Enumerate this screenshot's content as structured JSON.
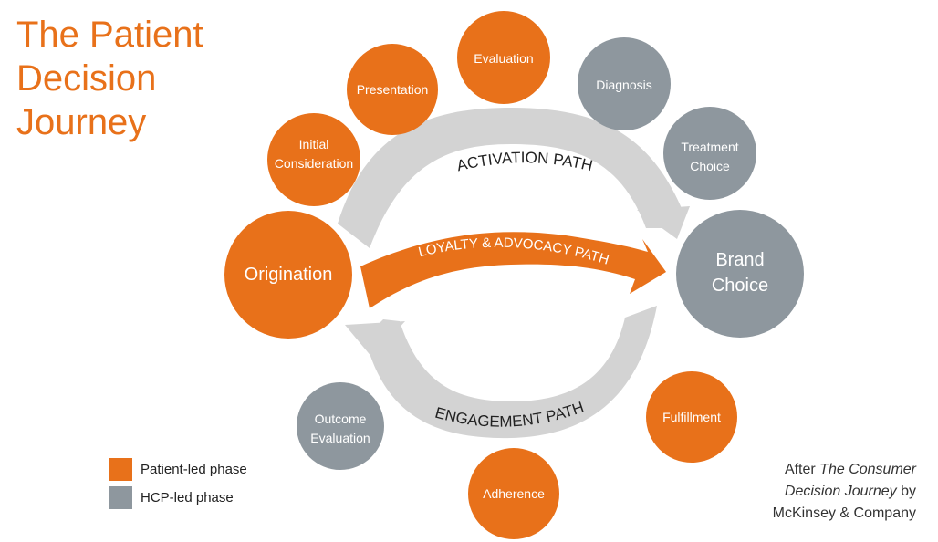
{
  "title": {
    "line1": "The Patient",
    "line2": "Decision",
    "line3": "Journey"
  },
  "colors": {
    "patient": "#E8711A",
    "hcp": "#8E979E",
    "arrow": "#D3D3D3"
  },
  "paths": {
    "activation": "ACTIVATION PATH",
    "loyalty": "LOYALTY & ADVOCACY PATH",
    "engagement": "ENGAGEMENT PATH"
  },
  "nodes": {
    "evaluation": "Evaluation",
    "presentation": "Presentation",
    "diagnosis": "Diagnosis",
    "initial_1": "Initial",
    "initial_2": "Consideration",
    "treatment_1": "Treatment",
    "treatment_2": "Choice",
    "origination": "Origination",
    "brand_1": "Brand",
    "brand_2": "Choice",
    "outcome_1": "Outcome",
    "outcome_2": "Evaluation",
    "fulfillment": "Fulfillment",
    "adherence": "Adherence"
  },
  "legend": {
    "patient": "Patient-led phase",
    "hcp": "HCP-led phase"
  },
  "credit": {
    "line1_prefix": "After ",
    "line1_italic": "The Consumer",
    "line2_italic": "Decision Journey",
    "line2_suffix": " by",
    "line3": "McKinsey & Company"
  }
}
